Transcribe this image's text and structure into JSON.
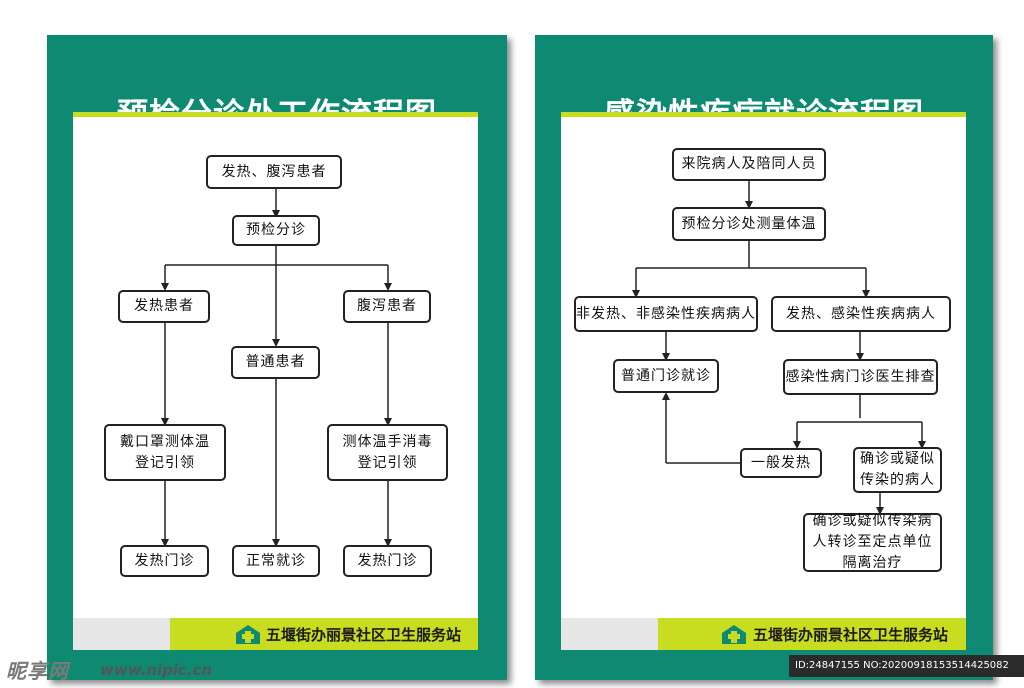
{
  "left_poster": {
    "title": "预检分诊处工作流程图",
    "footer": "五堰街办丽景社区卫生服务站",
    "nodes": {
      "n1": "发热、腹泻患者",
      "n2": "预检分诊",
      "n3": "发热患者",
      "n4": "腹泻患者",
      "n5": "普通患者",
      "n6": "戴口罩测体温\n登记引领",
      "n7": "测体温手消毒\n登记引领",
      "n8": "发热门诊",
      "n9": "正常就诊",
      "n10": "发热门诊"
    }
  },
  "right_poster": {
    "title": "感染性疾病就诊流程图",
    "footer": "五堰街办丽景社区卫生服务站",
    "nodes": {
      "r1": "来院病人及陪同人员",
      "r2": "预检分诊处测量体温",
      "r3": "非发热、非感染性疾病病人",
      "r4": "发热、感染性疾病病人",
      "r5": "普通门诊就诊",
      "r6": "感染性病门诊医生排查",
      "r7": "一般发热",
      "r8": "确诊或疑似\n传染的病人",
      "r9": "确诊或疑似传染病\n人转诊至定点单位\n隔离治疗"
    }
  },
  "watermark": {
    "logo": "昵享网",
    "url": "www.nipic.cn",
    "id": "ID:24847155 NO:20200918153514425082"
  },
  "colors": {
    "poster_green": "#0e8a72",
    "accent_yellow_green": "#c8dc20",
    "line": "#222222"
  },
  "icons": [
    "clinic-logo-icon"
  ]
}
